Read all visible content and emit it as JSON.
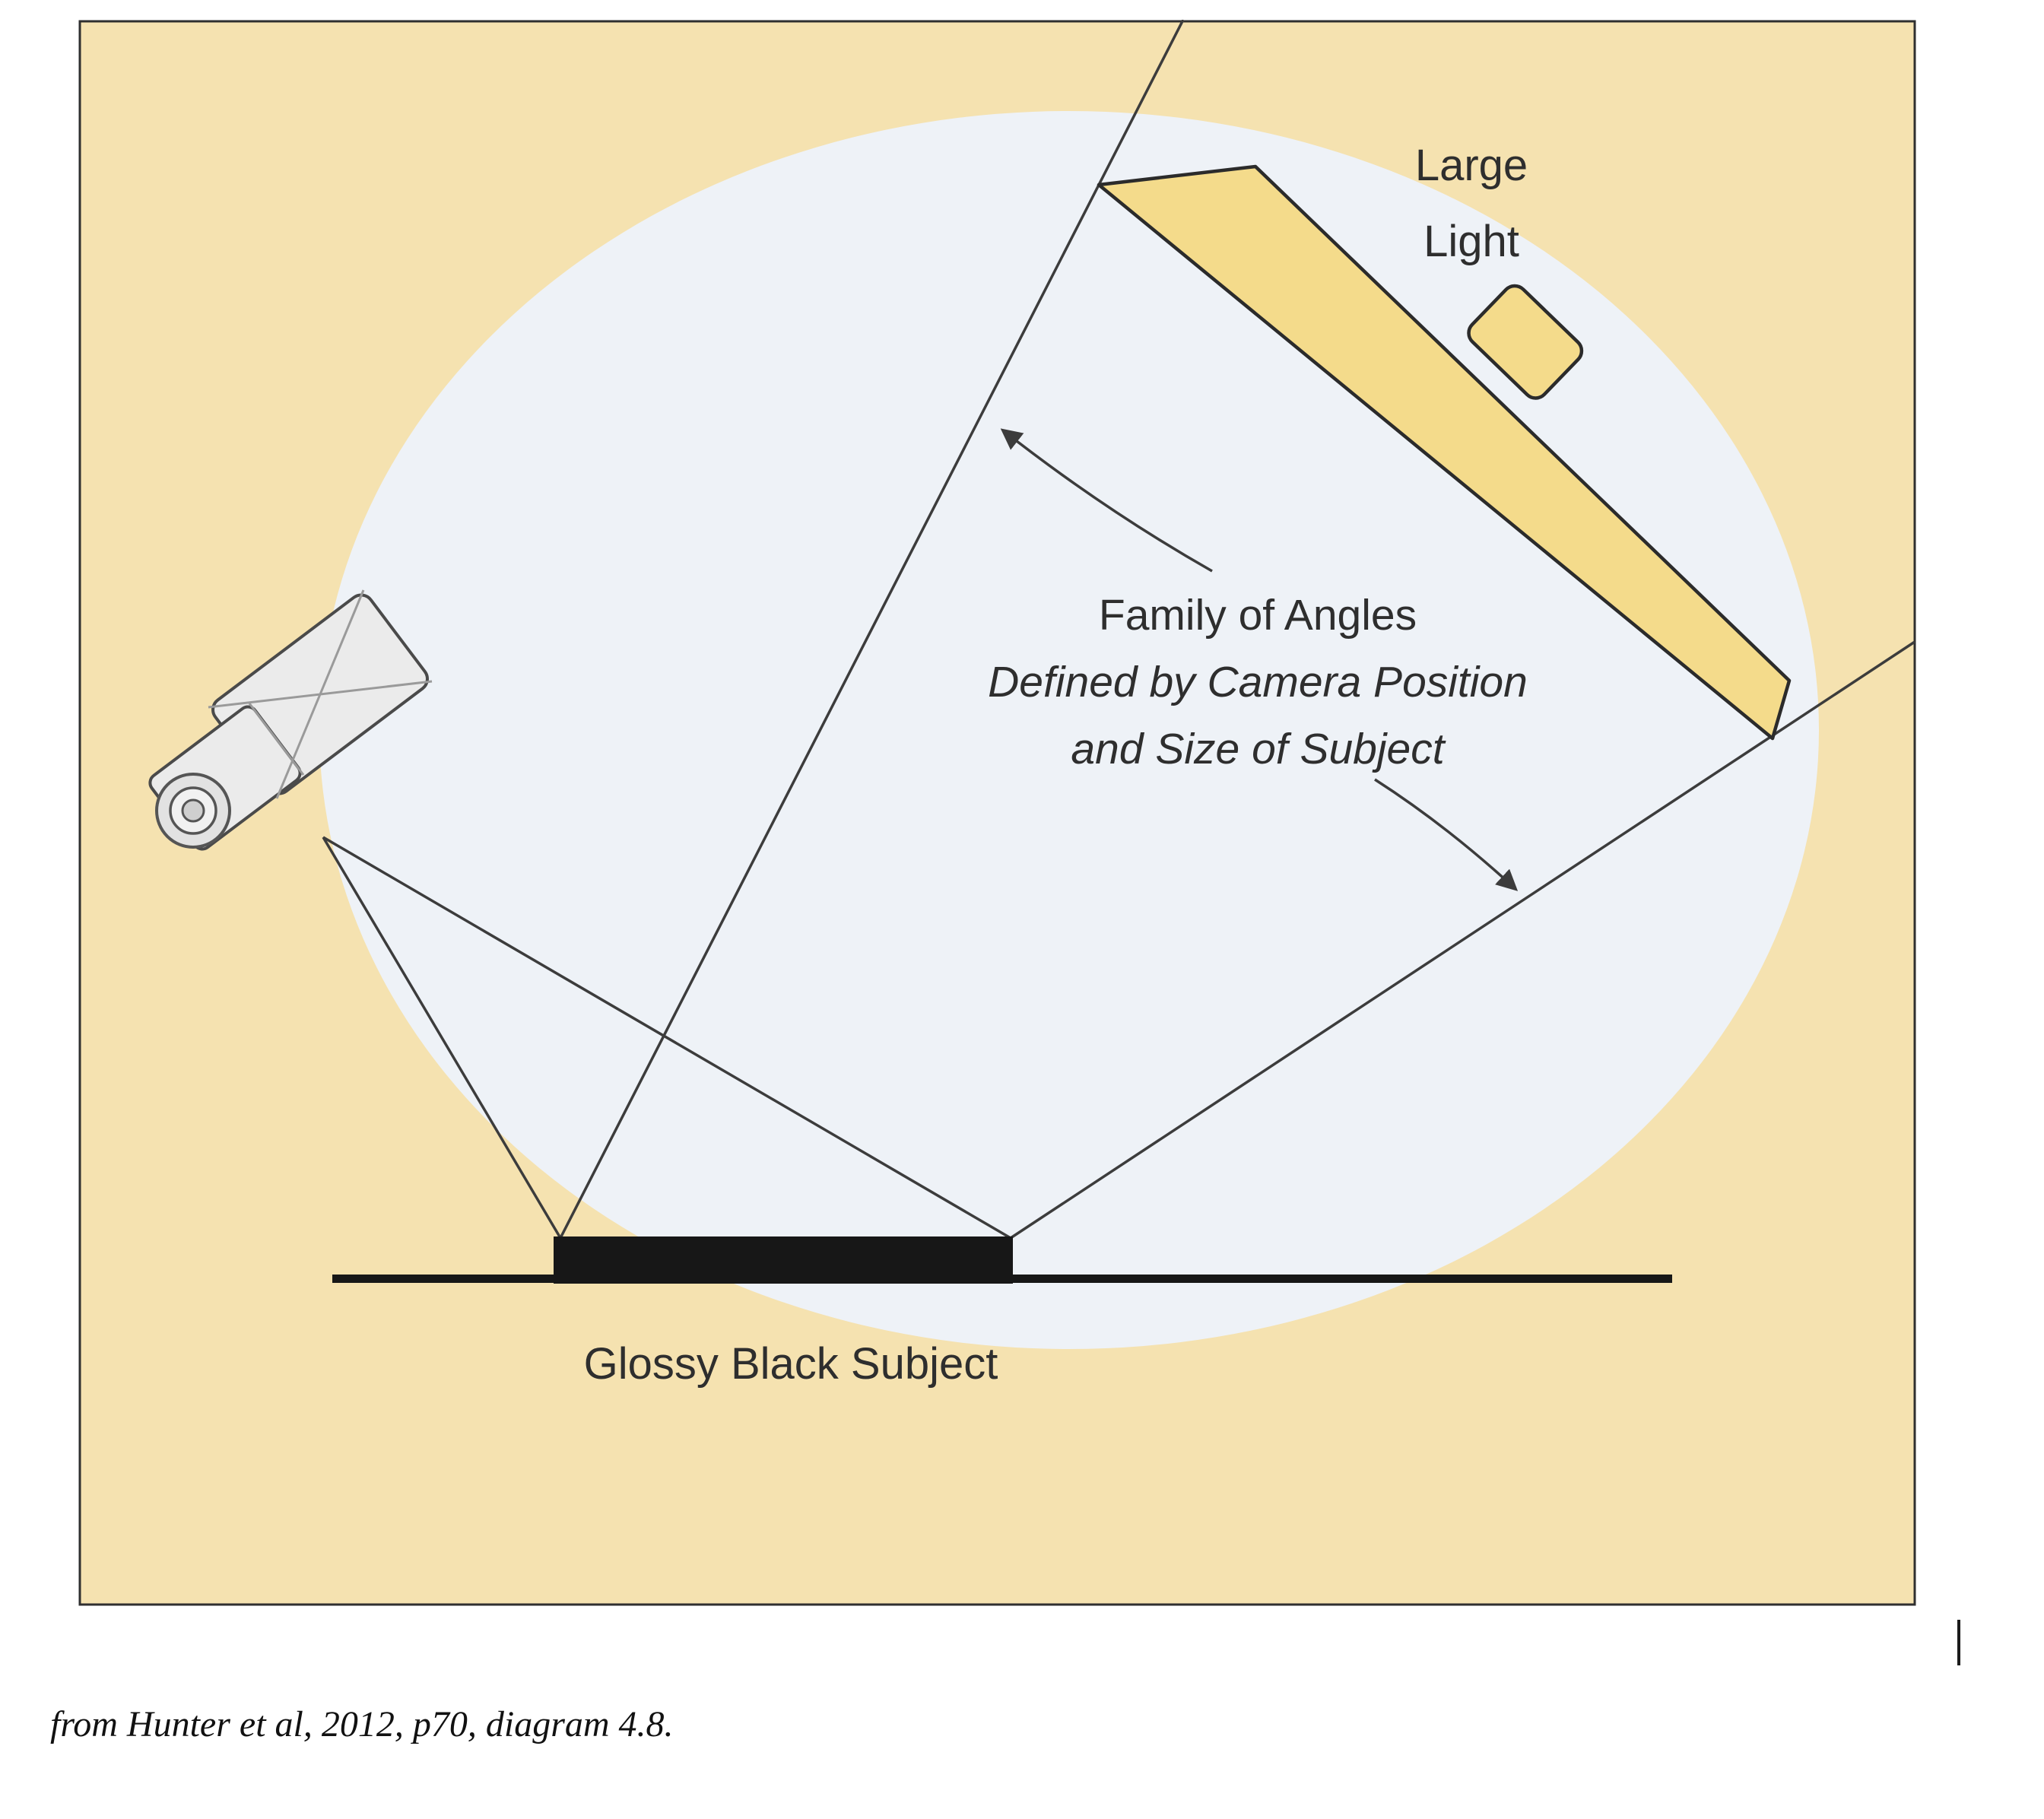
{
  "diagram": {
    "labels": {
      "large_light_line1": "Large",
      "large_light_line2": "Light",
      "family_line1": "Family of Angles",
      "family_line2": "Defined by Camera Position",
      "family_line3": "and Size of Subject",
      "subject_label": "Glossy Black Subject"
    },
    "colors": {
      "background": "#f5e2b0",
      "ellipse": "#eef2f7",
      "light_fill": "#f4db8b",
      "line": "#3c3c3c",
      "subject": "#171717",
      "text": "#2e2e2e"
    }
  },
  "caption": "from Hunter et al, 2012, p70, diagram 4.8."
}
